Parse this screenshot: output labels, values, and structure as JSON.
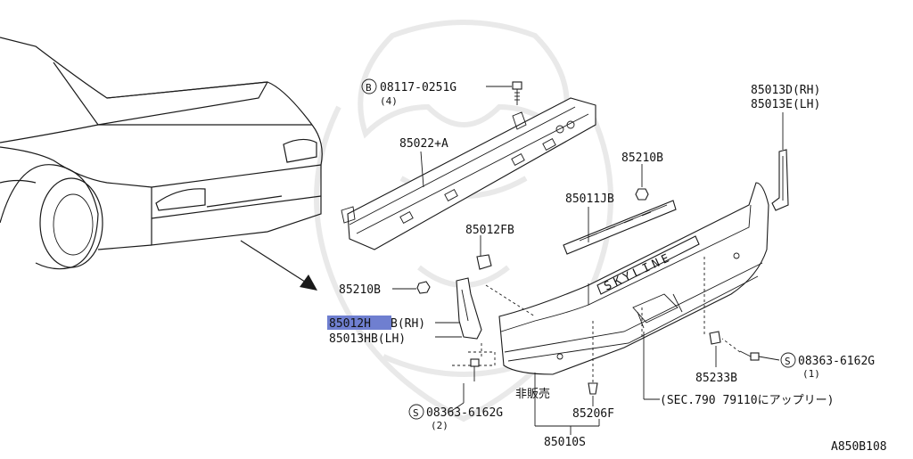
{
  "labels": {
    "bolt_top": "08117-0251G",
    "bolt_top_prefix": "B",
    "bolt_top_qty": "(4)",
    "reinforcement": "85022+A",
    "nut_right": "85210B",
    "side_rh": "85013D(RH)",
    "side_lh": "85013E(LH)",
    "grille": "85011JB",
    "bracket_upper": "85012FB",
    "nut_left": "85210B",
    "stay_rh_highlight": "85012H",
    "stay_rh_rest": "B(RH)",
    "stay_lh": "85013HB(LH)",
    "clip_right": "85233B",
    "screw_right_prefix": "S",
    "screw_right": "08363-6162G",
    "screw_right_qty": "(1)",
    "screw_left_prefix": "S",
    "screw_left": "08363-6162G",
    "screw_left_qty": "(2)",
    "not_for_sale": "非販売",
    "clip_bottom": "85206F",
    "sec_ref": "(SEC.790 79110にアップリー)",
    "assembly": "85010S",
    "diagram_id": "A850B108",
    "bumper_lettering": "SKYLINE"
  },
  "colors": {
    "line": "#1a1a1a",
    "highlight": "#6f7fd0",
    "watermark": "#e9e9e9"
  }
}
